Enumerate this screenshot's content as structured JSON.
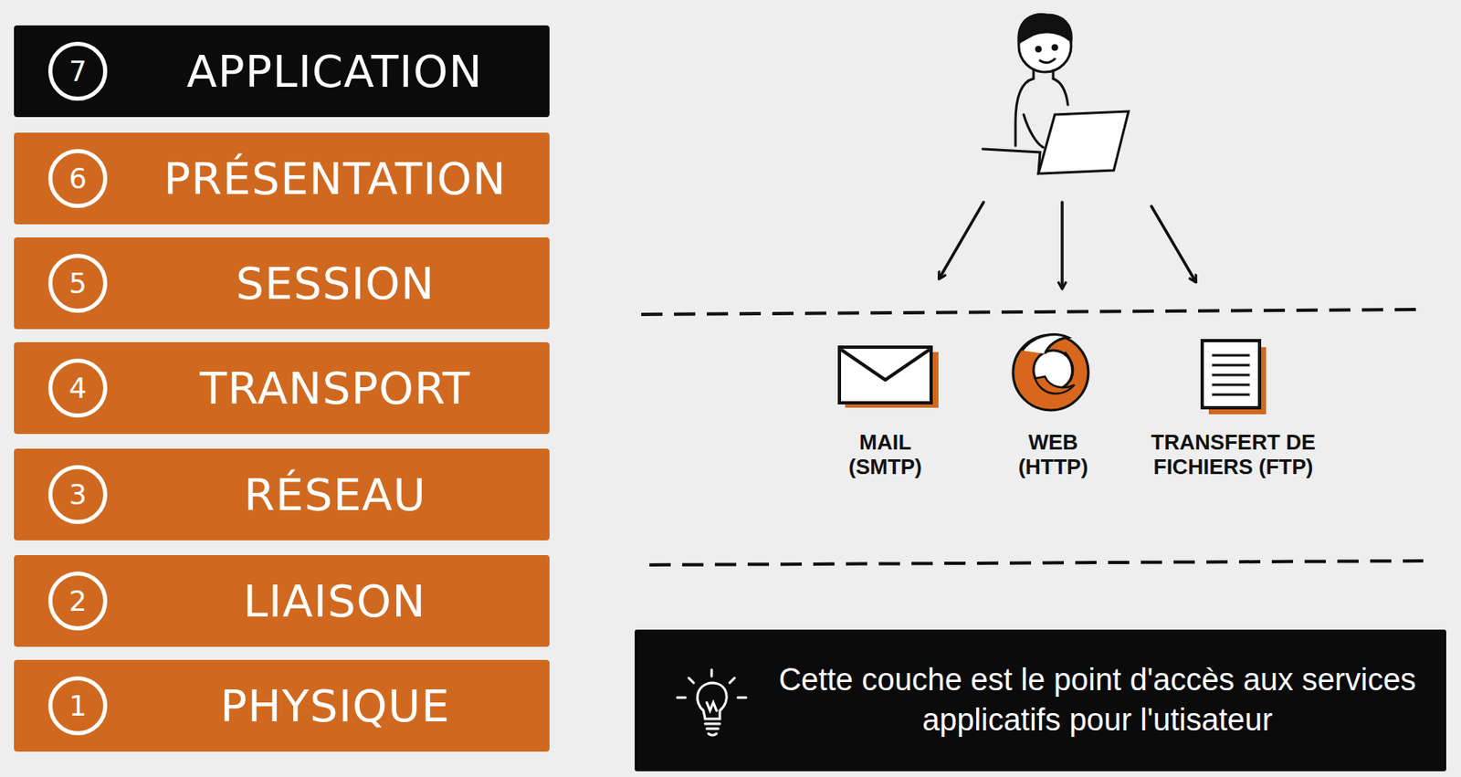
{
  "diagram": {
    "nodes": [
      {
        "text": [
          "APPLICATION"
        ]
      },
      {
        "text": [
          "7"
        ],
        "in": 0
      },
      {
        "text": [
          "PRÉSENTATION"
        ]
      },
      {
        "text": [
          "6"
        ],
        "in": 2
      },
      {
        "text": [
          "SESSION"
        ]
      },
      {
        "text": [
          "5"
        ],
        "in": 4
      },
      {
        "text": [
          "TRANSPORT"
        ]
      },
      {
        "text": [
          "4"
        ],
        "in": 6
      },
      {
        "text": [
          "RÉSEAU"
        ]
      },
      {
        "text": [
          "3"
        ],
        "in": 8
      },
      {
        "text": [
          "LIAISON"
        ]
      },
      {
        "text": [
          "2"
        ],
        "in": 10
      },
      {
        "text": [
          "PHYSIQUE"
        ]
      },
      {
        "text": [
          "1"
        ],
        "in": 12
      },
      {
        "text": [
          "Cette couche est le point d'accès aux services applicatifs pour l'utisateur"
        ]
      }
    ],
    "labels": [
      "MAIL (SMTP)",
      "WEB (HTTP)",
      "TRANSFERT DE FICHIERS (FTP)"
    ]
  }
}
